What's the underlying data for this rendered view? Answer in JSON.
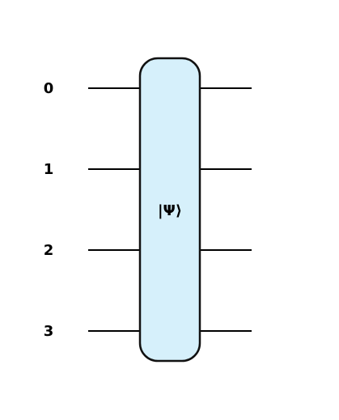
{
  "circuit": {
    "wires": [
      {
        "label": "0"
      },
      {
        "label": "1"
      },
      {
        "label": "2"
      },
      {
        "label": "3"
      }
    ],
    "gate": {
      "label": "|Ψ⟩",
      "fill_color": "#d6f0fb",
      "stroke_color": "#111111"
    },
    "wire_color": "#000000"
  }
}
